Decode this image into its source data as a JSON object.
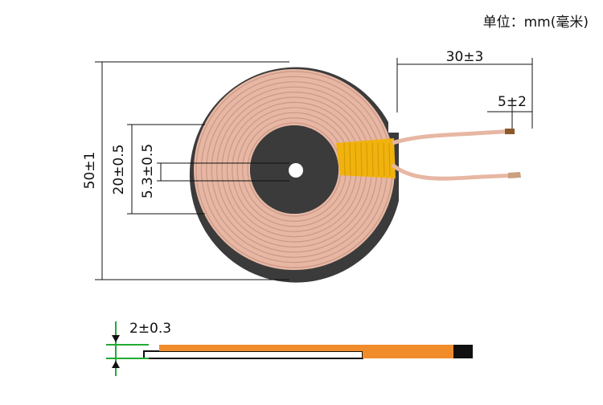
{
  "unit_label": "单位：mm(毫米)",
  "dimensions": {
    "outer_diameter": "50±1",
    "inner_diameter": "20±0.5",
    "center_hole": "5.3±0.5",
    "lead_length": "30±3",
    "lead_strip": "5±2",
    "thickness": "2±0.3"
  },
  "colors": {
    "ferrite_plate": "#3b3b3b",
    "coil_wire": "#e7b7a3",
    "kapton_tape": "#f0b20c",
    "side_orange": "#f08c2a",
    "dimension_line": "#111111",
    "thickness_arrow": "#22aa33"
  },
  "coil": {
    "turns": 11
  }
}
